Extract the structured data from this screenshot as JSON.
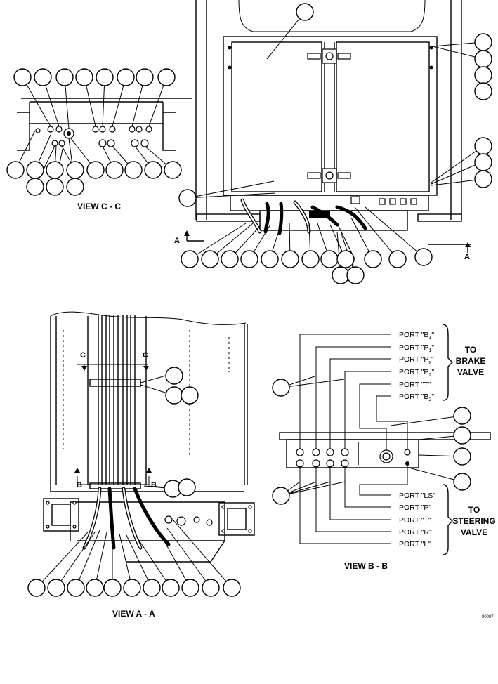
{
  "views": {
    "view_cc": "VIEW C - C",
    "view_aa": "VIEW A - A",
    "view_bb": "VIEW B - B"
  },
  "section_markers": {
    "a_left": "A",
    "a_right": "A",
    "b_left": "B",
    "b_right": "B",
    "c_left": "C",
    "c_right": "C"
  },
  "ports_brake": [
    {
      "text": "PORT \"B",
      "sub": "1",
      "tail": "\""
    },
    {
      "text": "PORT \"P",
      "sub": "1",
      "tail": "\""
    },
    {
      "text": "PORT \"P",
      "sub": "x",
      "tail": "\""
    },
    {
      "text": "PORT \"P",
      "sub": "2",
      "tail": "\""
    },
    {
      "text": "PORT \"T\"",
      "sub": "",
      "tail": ""
    },
    {
      "text": "PORT \"B",
      "sub": "2",
      "tail": "\""
    }
  ],
  "ports_steering": [
    {
      "text": "PORT \"LS\""
    },
    {
      "text": "PORT \"P\""
    },
    {
      "text": "PORT \"T\""
    },
    {
      "text": "PORT \"R\""
    },
    {
      "text": "PORT \"L\""
    }
  ],
  "brake_group": [
    "TO",
    "BRAKE",
    "VALVE"
  ],
  "steering_group": [
    "TO",
    "STEERING",
    "VALVE"
  ],
  "drawing_number": "80087"
}
